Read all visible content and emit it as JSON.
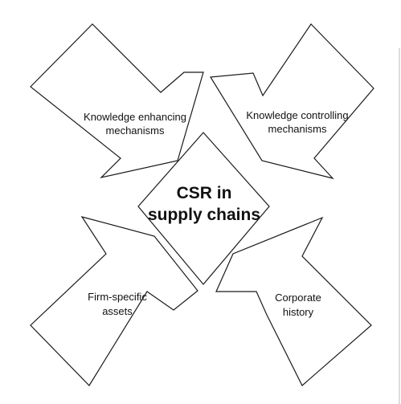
{
  "center": {
    "line1": "CSR in",
    "line2": "supply chains"
  },
  "arrows": {
    "top_left": {
      "line1": "Knowledge enhancing",
      "line2": "mechanisms"
    },
    "top_right": {
      "line1": "Knowledge controlling",
      "line2": "mechanisms"
    },
    "bottom_left": {
      "line1": "Firm-specific",
      "line2": "assets"
    },
    "bottom_right": {
      "line1": "Corporate",
      "line2": "history"
    }
  },
  "colors": {
    "stroke": "#1a1a1a",
    "fill": "#ffffff",
    "text": "#111111"
  }
}
